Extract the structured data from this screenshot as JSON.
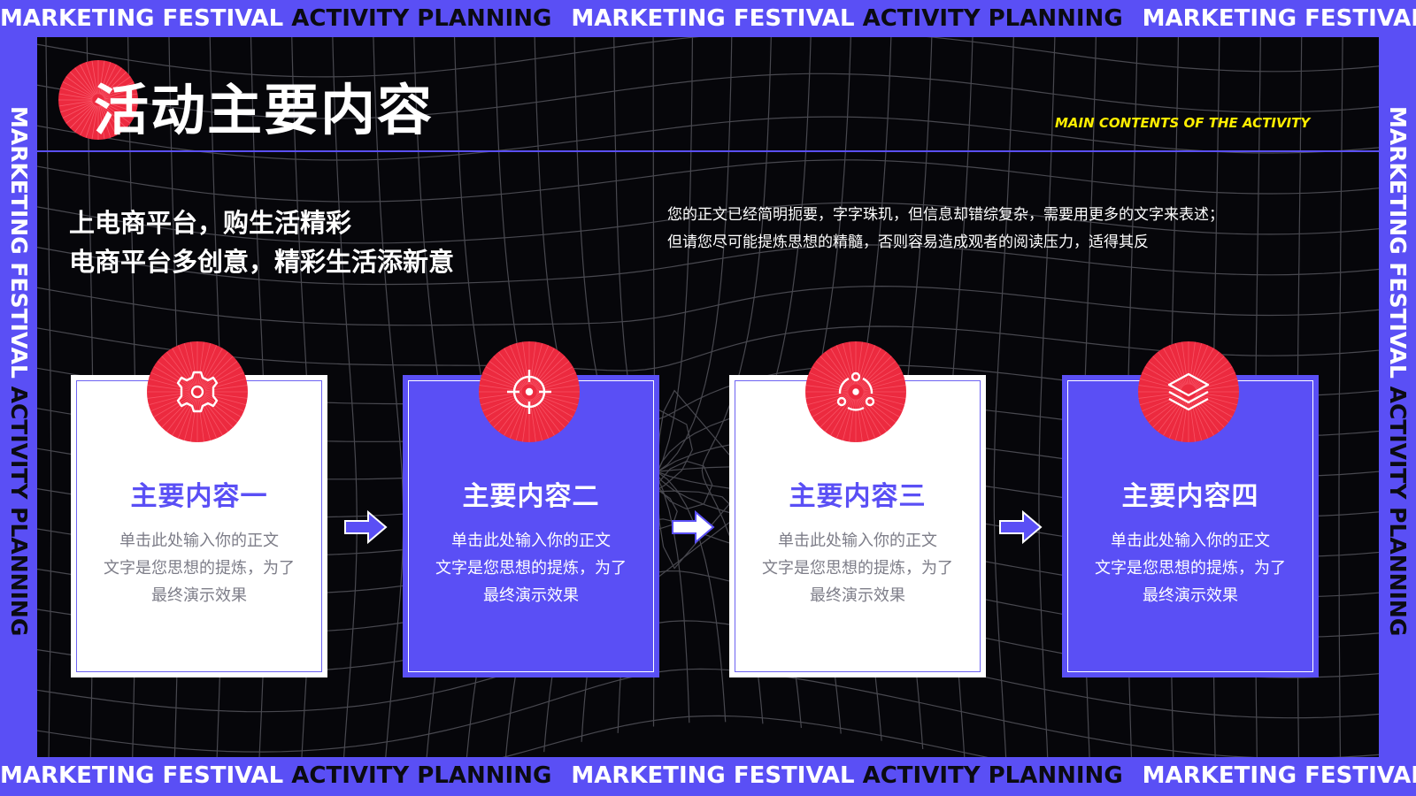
{
  "banner": {
    "part1": "MARKETING FESTIVAL",
    "part2": "ACTIVITY PLANNING"
  },
  "header": {
    "title": "活动主要内容",
    "subtitle_en": "MAIN CONTENTS OF THE ACTIVITY"
  },
  "slogan": {
    "line1": "上电商平台，购生活精彩",
    "line2": "电商平台多创意，精彩生活添新意"
  },
  "intro": {
    "line1": "您的正文已经简明扼要，字字珠玑，但信息却错综复杂，需要用更多的文字来表述；",
    "line2": "但请您尽可能提炼思想的精髓，否则容易造成观者的阅读压力，适得其反"
  },
  "cards": [
    {
      "title": "主要内容一",
      "line1": "单击此处输入你的正文",
      "line2": "文字是您思想的提炼，为了",
      "line3": "最终演示效果",
      "icon": "gear-icon",
      "style": "white"
    },
    {
      "title": "主要内容二",
      "line1": "单击此处输入你的正文",
      "line2": "文字是您思想的提炼，为了",
      "line3": "最终演示效果",
      "icon": "target-icon",
      "style": "blue"
    },
    {
      "title": "主要内容三",
      "line1": "单击此处输入你的正文",
      "line2": "文字是您思想的提炼，为了",
      "line3": "最终演示效果",
      "icon": "cycle-icon",
      "style": "white"
    },
    {
      "title": "主要内容四",
      "line1": "单击此处输入你的正文",
      "line2": "文字是您思想的提炼，为了",
      "line3": "最终演示效果",
      "icon": "layers-icon",
      "style": "blue"
    }
  ],
  "colors": {
    "accent_blue": "#5a4ff5",
    "accent_red": "#ec2a3f",
    "accent_yellow": "#ffee00",
    "background": "#06060a"
  }
}
